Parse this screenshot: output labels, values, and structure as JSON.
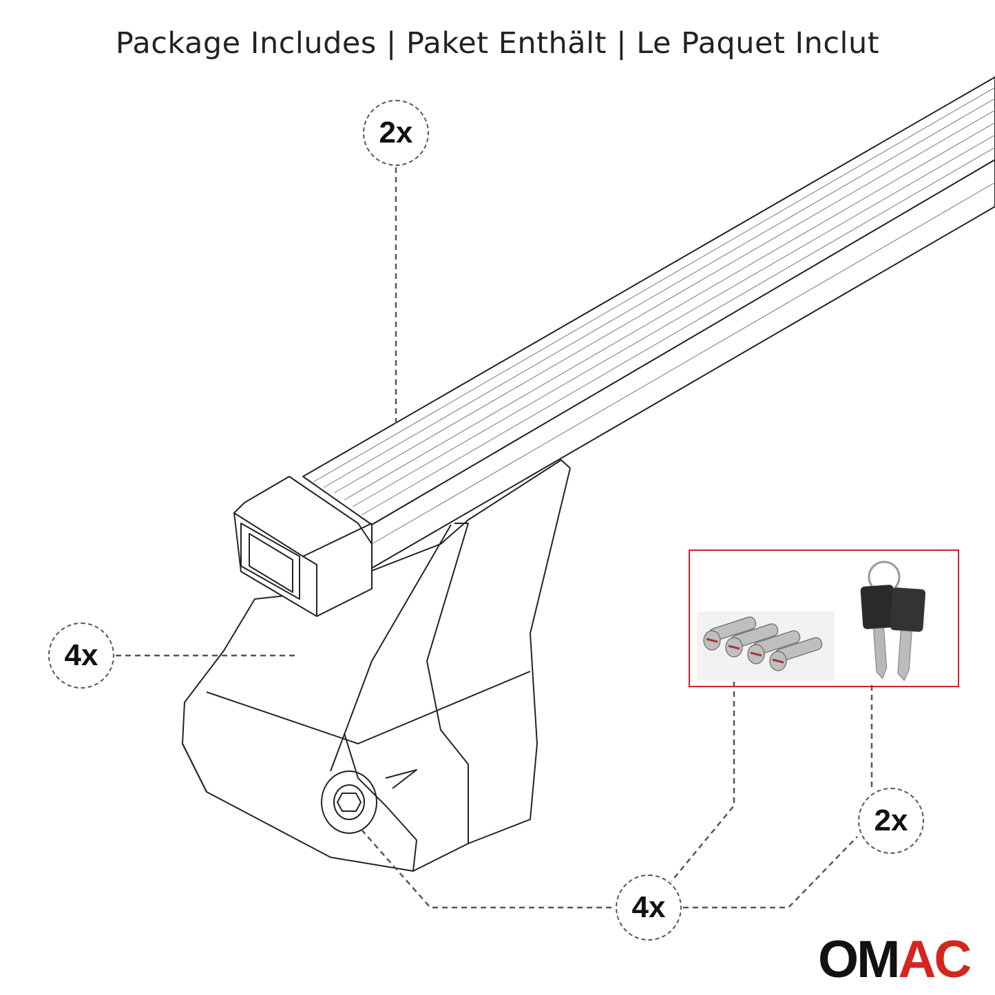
{
  "header": {
    "title": "Package Includes | Paket Enthält | Le Paquet Inclut"
  },
  "callouts": {
    "bars": "2x",
    "feet": "4x",
    "lock_cylinders": "4x",
    "keys": "2x"
  },
  "logo": {
    "text_dark": "OM",
    "text_red": "AC",
    "colors": {
      "dark": "#111111",
      "red": "#d4261e"
    }
  },
  "kit_box": {
    "border_color": "#d0202e",
    "items": [
      "lock-cylinders",
      "keys"
    ]
  }
}
